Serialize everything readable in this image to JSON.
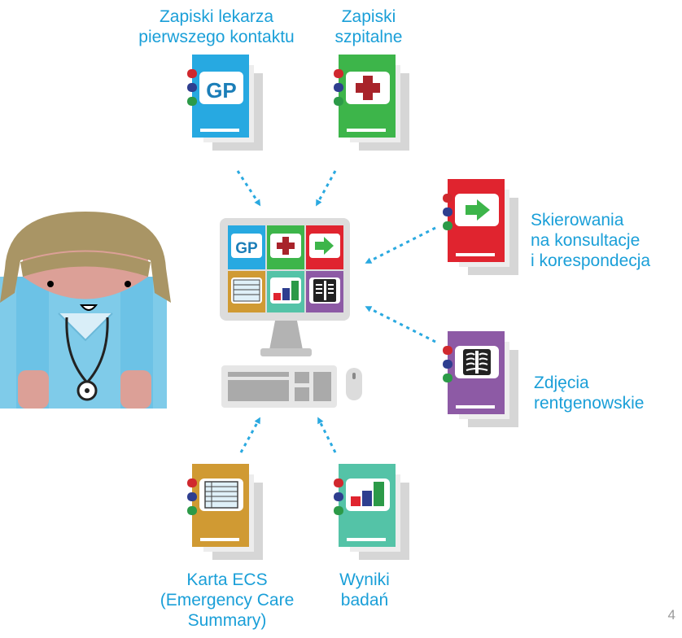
{
  "labels": {
    "gp_records": [
      "Zapiski lekarza",
      "pierwszego kontaktu"
    ],
    "hospital_records": [
      "Zapiski",
      "szpitalne"
    ],
    "referrals": [
      "Skierowania",
      "na konsultacje",
      "i korespondecja"
    ],
    "xrays": [
      "Zdjęcia",
      "rentgenowskie"
    ],
    "ecs": [
      "Karta ECS",
      "(Emergency Care",
      "Summary)"
    ],
    "test_results": [
      "Wyniki",
      "badań"
    ]
  },
  "icons": {
    "gp_text": "GP"
  },
  "page_number": "4",
  "colors": {
    "label_text": "#1a9fd8",
    "arrow": "#2aa9e0",
    "gp_book": "#27a9e1",
    "hospital_book": "#3db54a",
    "referral_book": "#e0242f",
    "xray_book": "#8d5aa5",
    "ecs_book": "#d09a33",
    "results_book": "#54c3a7",
    "red_cross": "#a8232a",
    "monitor_body": "#dcdcdc",
    "doctor_hair": "#a99565",
    "doctor_skin": "#dca097",
    "doctor_coat": "#7fcbe9"
  }
}
